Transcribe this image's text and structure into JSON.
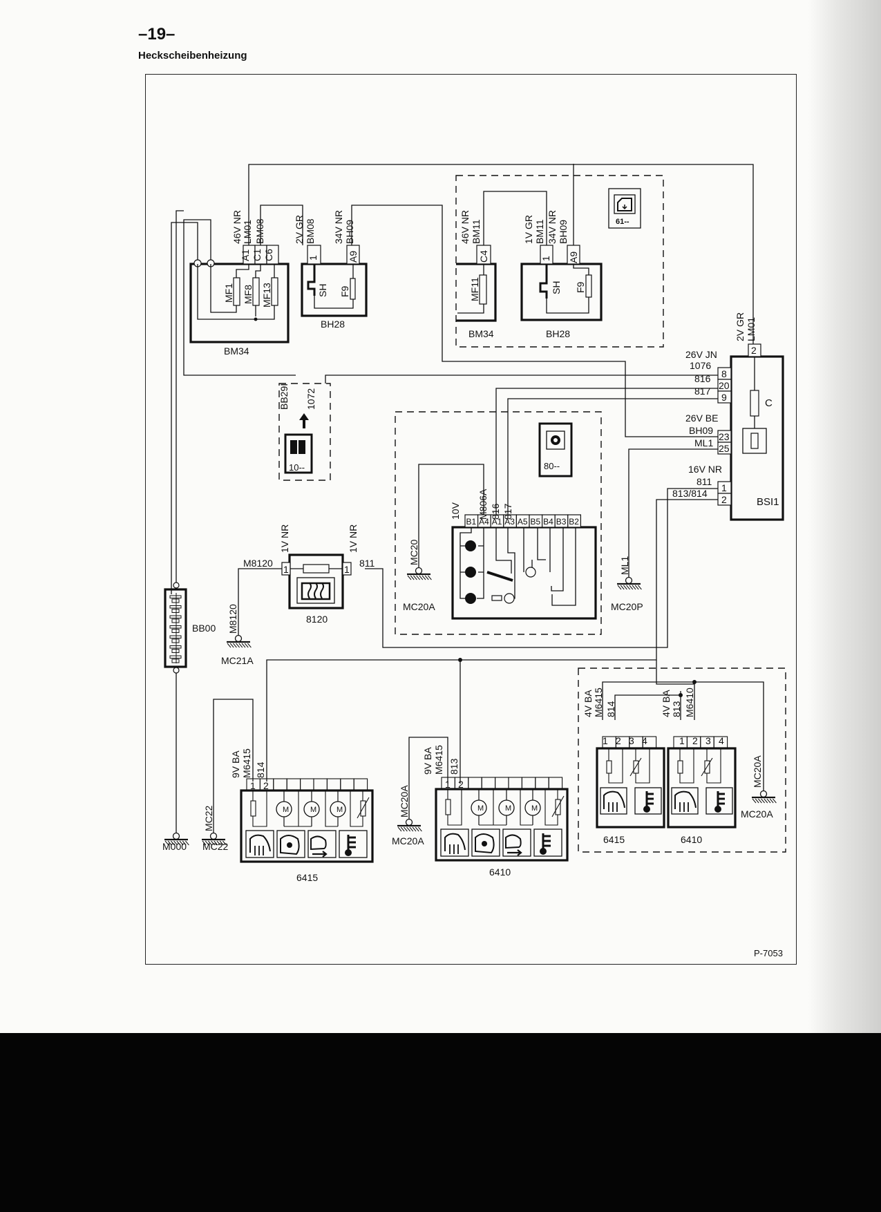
{
  "page": {
    "number": "–19–",
    "title": "Heckscheibenheizung",
    "reference": "P-7053"
  },
  "components": {
    "bm34_left": {
      "name": "BM34",
      "wire_label": [
        "46V NR",
        "LM01",
        "BM08"
      ],
      "pins": [
        "A1",
        "C1",
        "C6"
      ],
      "fuses": [
        "MF1",
        "MF8",
        "MF13"
      ]
    },
    "bh28_left": {
      "name": "BH28",
      "wire_label_1": [
        "2V GR",
        "BM08"
      ],
      "wire_label_2": [
        "34V NR",
        "BH09"
      ],
      "pins": [
        "1",
        "A9"
      ],
      "switch_label": "SH",
      "fuse": "F9"
    },
    "bm34_right": {
      "name": "BM34",
      "wire_label": [
        "46V NR",
        "BM11"
      ],
      "pins": [
        "C4"
      ],
      "fuse": "MF11"
    },
    "bh28_right": {
      "name": "BH28",
      "wire_label_1": [
        "1V GR",
        "BM11"
      ],
      "wire_label_2": [
        "34V NR",
        "BH09"
      ],
      "pins": [
        "1",
        "A9"
      ],
      "switch_label": "SH",
      "fuse": "F9"
    },
    "ref_61": {
      "label": "61--",
      "icon": "window-lift-icon"
    },
    "ref_10": {
      "label": "10--",
      "icon": "connector-icon",
      "wires": [
        "BB29I",
        "1072"
      ]
    },
    "ref_80": {
      "label": "80--",
      "icon": "ac-snowflake-icon"
    },
    "bsi1": {
      "name": "BSI1",
      "top_label": [
        "2V GR",
        "LM01"
      ],
      "top_pin": "2",
      "fuse_label": "C",
      "group1_header": "26V JN",
      "group1": [
        {
          "wire": "1076",
          "pin": "8"
        },
        {
          "wire": "816",
          "pin": "20"
        },
        {
          "wire": "817",
          "pin": "9"
        }
      ],
      "group2_header": "26V BE",
      "group2": [
        {
          "wire": "BH09",
          "pin": "23"
        },
        {
          "wire": "ML1",
          "pin": "25"
        }
      ],
      "group3_header": "16V NR",
      "group3": [
        {
          "wire": "811",
          "pin": "1"
        },
        {
          "wire": "813/814",
          "pin": "2"
        }
      ]
    },
    "control_panel": {
      "connector": "10V",
      "wire_labels": [
        "M806A",
        "816",
        "817"
      ],
      "pins": [
        "B1",
        "A4",
        "A1",
        "A3",
        "A5",
        "B5",
        "B4",
        "B3",
        "B2"
      ]
    },
    "heater_8120": {
      "name": "8120",
      "left_conn": "1V NR",
      "right_conn": "1V NR",
      "left_pin": "1",
      "right_pin": "1",
      "left_wire": "M8120",
      "right_wire": "811",
      "ground_wire": "M8120"
    },
    "bb00": {
      "name": "BB00"
    },
    "mirror_6415": {
      "name": "6415",
      "conn_label": [
        "9V BA",
        "M6415"
      ],
      "wire_2": "814",
      "pins": [
        "1",
        "2"
      ],
      "motor_symbol": "M"
    },
    "mirror_6410": {
      "name": "6410",
      "conn_label": [
        "9V BA",
        "M6415"
      ],
      "wire_2": "813",
      "pins": [
        "1",
        "2"
      ],
      "motor_symbol": "M"
    },
    "mirror_small_6415": {
      "name": "6415",
      "conn_label": [
        "4V BA",
        "M6415"
      ],
      "wire_2": "814",
      "pins": [
        "1",
        "2",
        "3",
        "4"
      ]
    },
    "mirror_small_6410": {
      "name": "6410",
      "conn_label": [
        "4V BA",
        "813"
      ],
      "wire_2": "M6410",
      "pins": [
        "1",
        "2",
        "3",
        "4"
      ]
    }
  },
  "grounds": {
    "m000": {
      "name": "M000"
    },
    "mc22": {
      "name": "MC22",
      "wire": "MC22"
    },
    "mc21a": {
      "name": "MC21A"
    },
    "mc20a_panel": {
      "name": "MC20A",
      "wire": "MC20"
    },
    "mc20p": {
      "name": "MC20P",
      "wire": "ML1"
    },
    "mc20a_mid": {
      "name": "MC20A",
      "wire": "MC20A"
    },
    "mc20a_right": {
      "name": "MC20A",
      "wire": "MC20A"
    }
  }
}
